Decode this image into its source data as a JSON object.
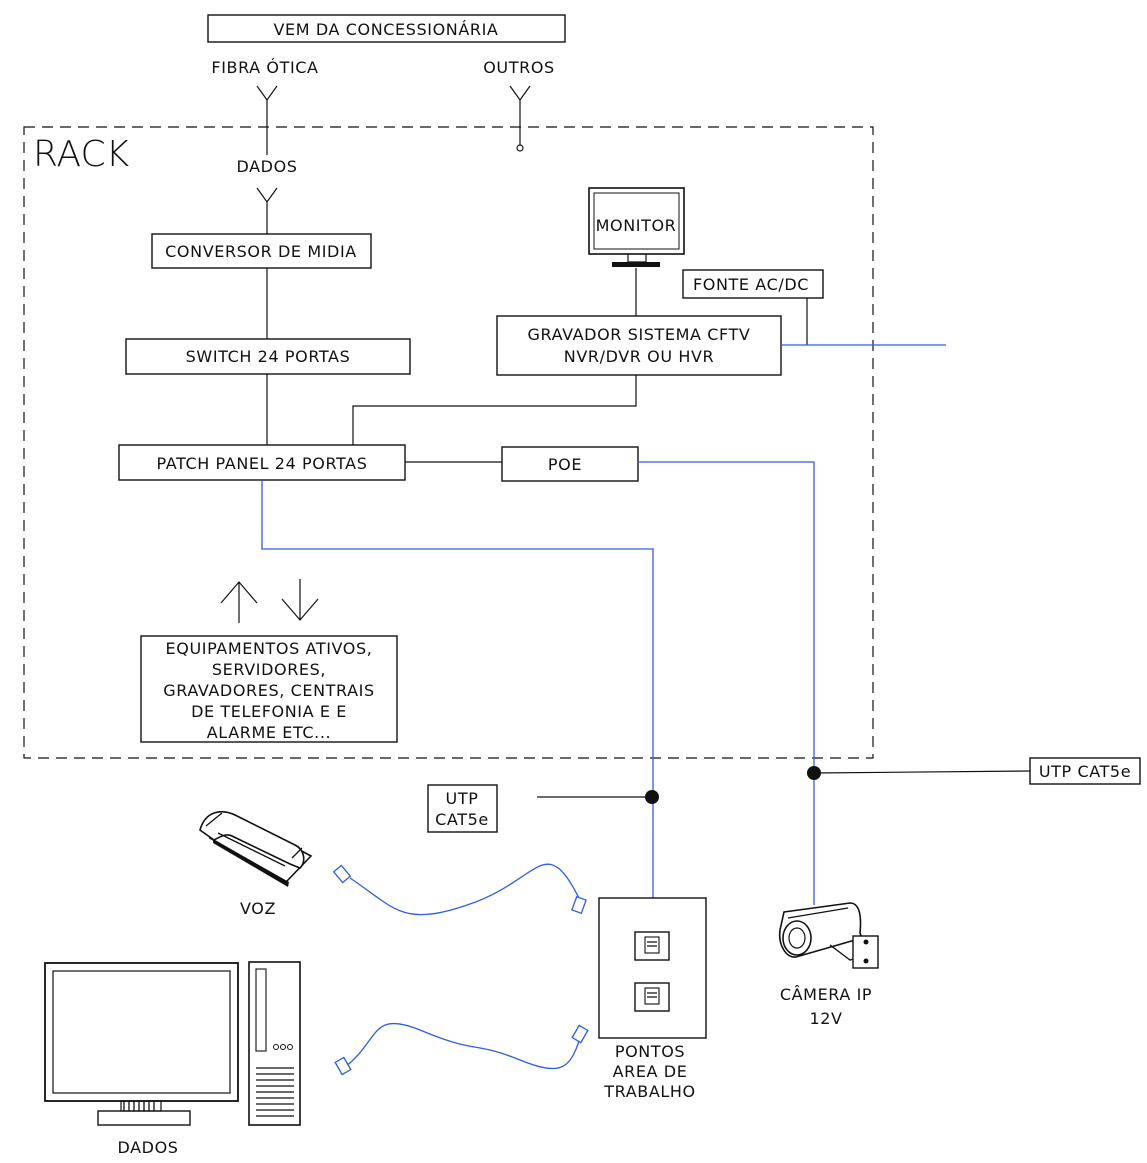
{
  "concessionaria": {
    "title": "VEM DA CONCESSIONÁRIA",
    "fibra": "FIBRA ÓTICA",
    "outros": "OUTROS"
  },
  "rack": {
    "title": "RACK",
    "dados": "DADOS",
    "conversor": "CONVERSOR DE MIDIA",
    "switch": "SWITCH 24 PORTAS",
    "patch_panel": "PATCH PANEL 24 PORTAS",
    "poe": "POE",
    "monitor": "MONITOR",
    "fonte": "FONTE AC/DC",
    "gravador_line1": "GRAVADOR SISTEMA CFTV",
    "gravador_line2": "NVR/DVR OU HVR",
    "equipamentos": [
      "EQUIPAMENTOS ATIVOS,",
      "SERVIDORES,",
      "GRAVADORES, CENTRAIS",
      "DE TELEFONIA E   E",
      "ALARME ETC..."
    ]
  },
  "cabling": {
    "utp_left_line1": "UTP",
    "utp_left_line2": "CAT5e",
    "utp_right": "UTP CAT5e"
  },
  "devices": {
    "voz": "VOZ",
    "dados": "DADOS",
    "pontos": [
      "PONTOS",
      "AREA DE",
      "TRABALHO"
    ],
    "camera_line1": "CÂMERA IP",
    "camera_line2": "12V"
  },
  "colors": {
    "line": "#111111",
    "cable": "#2f5fe0"
  }
}
